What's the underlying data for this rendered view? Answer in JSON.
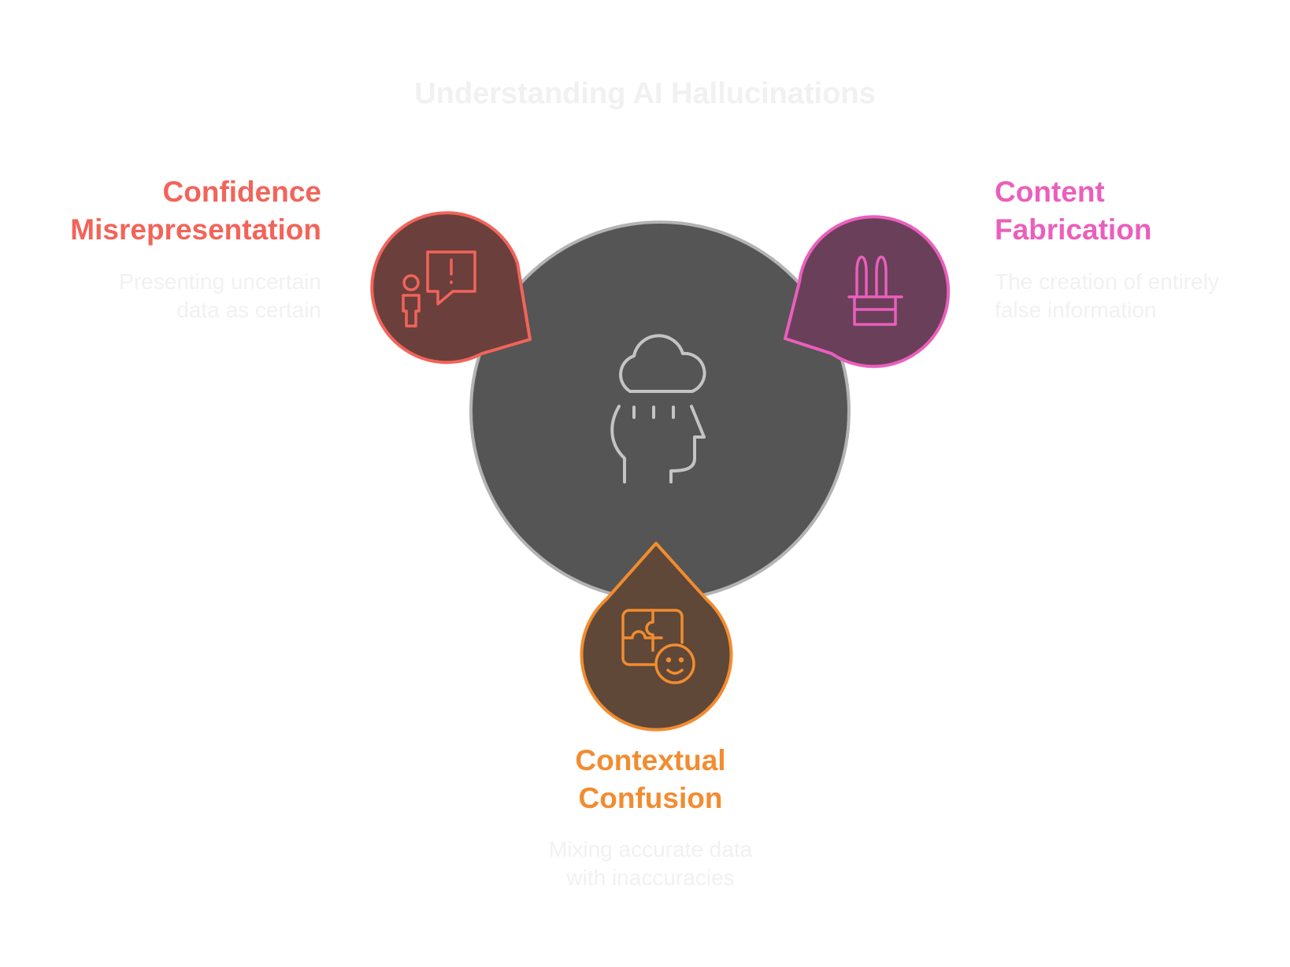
{
  "title": "Understanding AI Hallucinations",
  "center": {
    "icon": "head-cloud-rain-icon",
    "fill": "#555555",
    "stroke": "#b3b3b3"
  },
  "items": [
    {
      "label_lines": [
        "Confidence",
        "Misrepresentation"
      ],
      "description_lines": [
        "Presenting uncertain",
        "data as certain"
      ],
      "icon": "person-speech-alert-icon",
      "color": "#f2645a",
      "fill": "#6b3f3c"
    },
    {
      "label_lines": [
        "Content",
        "Fabrication"
      ],
      "description_lines": [
        "The creation of entirely",
        "false information"
      ],
      "icon": "magic-hat-rabbit-icon",
      "color": "#ea5fbc",
      "fill": "#6a3f59"
    },
    {
      "label_lines": [
        "Contextual",
        "Confusion"
      ],
      "description_lines": [
        "Mixing accurate data",
        "with inaccuracies"
      ],
      "icon": "puzzle-child-face-icon",
      "color": "#f28c30",
      "fill": "#5f4837"
    }
  ]
}
